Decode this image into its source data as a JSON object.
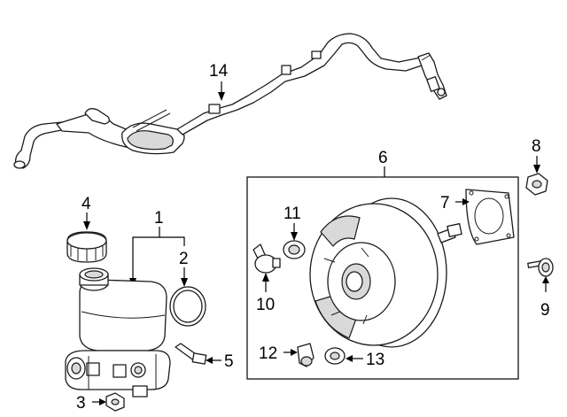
{
  "callouts": {
    "c1": "1",
    "c2": "2",
    "c3": "3",
    "c4": "4",
    "c5": "5",
    "c6": "6",
    "c7": "7",
    "c8": "8",
    "c9": "9",
    "c10": "10",
    "c11": "11",
    "c12": "12",
    "c13": "13",
    "c14": "14"
  },
  "colors": {
    "line": "#1a1a1a",
    "shade": "#d9d9d9",
    "background": "#ffffff"
  }
}
